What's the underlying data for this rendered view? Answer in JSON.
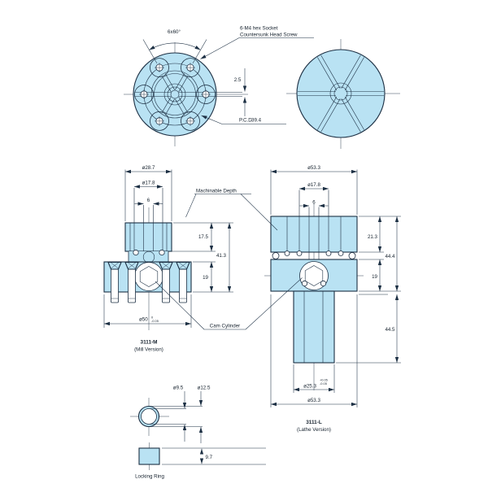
{
  "colors": {
    "part_fill": "#b9e2f3",
    "line": "#1d3044"
  },
  "front_view": {
    "angle_note": "6x60°",
    "screw_note_1": "6-M4 hex Socket",
    "screw_note_2": "Countersunk Head Screw",
    "slot_width": "2.5",
    "pcd_label": "P.C.D",
    "pcd_value": "39.4"
  },
  "callouts": {
    "machinable_depth": "Machinable Depth",
    "cam_cylinder": "Cam Cylinder"
  },
  "mill_view": {
    "dia_top": "ø28.7",
    "dia_bore": "ø17.8",
    "center_hole": "6",
    "depth": "17.5",
    "overall": "41.3",
    "cam_height": "19",
    "dia_base": "ø50",
    "base_tol_upper": "0",
    "base_tol_lower": "-0.05",
    "model": "3111-M",
    "variant": "(Mill Version)"
  },
  "lathe_view": {
    "dia_top": "ø53.3",
    "dia_bore": "ø17.8",
    "center_hole": "6",
    "depth": "21.3",
    "upper_overall": "44.4",
    "cam_height": "19",
    "shank_length": "44.5",
    "dia_shank": "ø25.3",
    "shank_tol_upper": "+0.05",
    "shank_tol_lower": "-0.05",
    "dia_bottom": "ø53.3",
    "model": "3111-L",
    "variant": "(Lathe Version)"
  },
  "locking_ring": {
    "dia_inner": "ø9.5",
    "dia_outer": "ø12.5",
    "height": "9.7",
    "label": "Locking Ring"
  }
}
